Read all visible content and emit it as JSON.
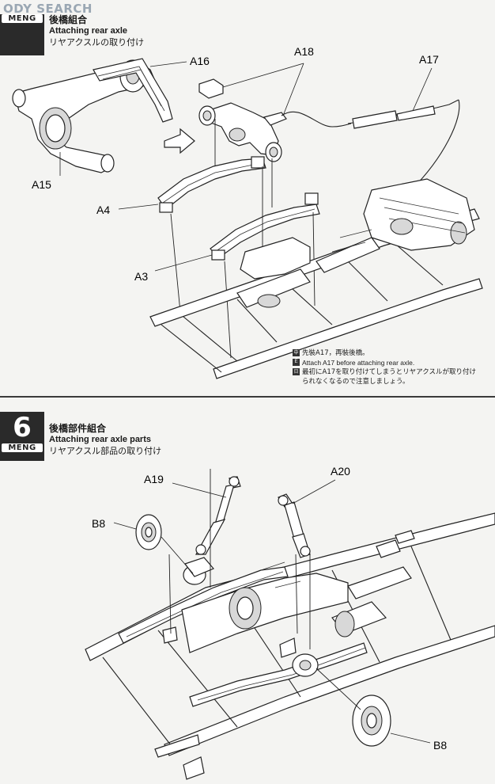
{
  "watermark": "ODY SEARCH",
  "step5": {
    "number": "",
    "brand": "MENG",
    "title_zh": "後橋組合",
    "title_en": "Attaching rear axle",
    "title_ja": "リヤアクスルの取り付け",
    "callouts": {
      "a16": "A16",
      "a18": "A18",
      "a17": "A17",
      "a15": "A15",
      "a4": "A4",
      "a3": "A3"
    },
    "notes": [
      {
        "flag": "中",
        "text": "先裝A17，再裝後橋。"
      },
      {
        "flag": "E",
        "text": "Attach A17 before attaching rear axle."
      },
      {
        "flag": "日",
        "text": "最初にA17を取り付けてしまうとリヤアクスルが取り付けられなくなるので注意しましょう。"
      }
    ]
  },
  "step6": {
    "number": "6",
    "brand": "MENG",
    "title_zh": "後橋部件組合",
    "title_en": "Attaching rear axle parts",
    "title_ja": "リヤアクスル部品の取り付け",
    "callouts": {
      "a19": "A19",
      "a20": "A20",
      "b8_top": "B8",
      "b8_bottom": "B8"
    }
  },
  "colors": {
    "paper": "#f4f4f2",
    "ink": "#1a1a1a",
    "header_block": "#2a2a2a",
    "watermark": "#9aa7b3"
  }
}
